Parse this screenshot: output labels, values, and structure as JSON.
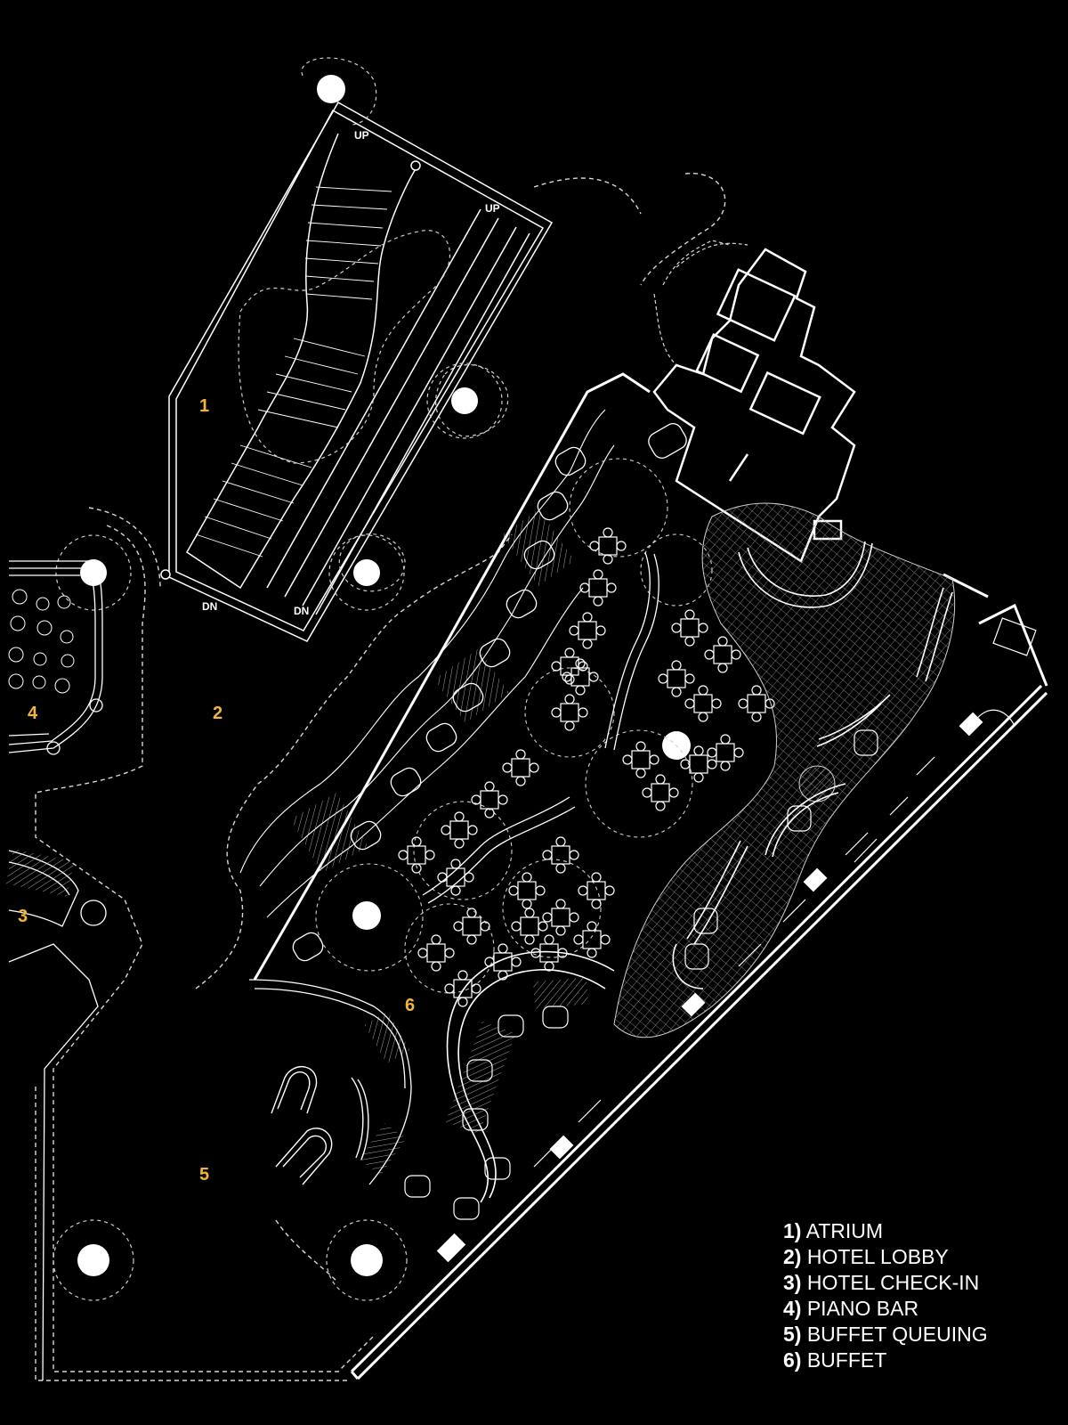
{
  "colors": {
    "background": "#000000",
    "linework": "#ffffff",
    "zone_number": "#f2b43a"
  },
  "stair_labels": {
    "up_left": "UP",
    "up_right": "UP",
    "dn_left": "DN",
    "dn_right": "DN"
  },
  "zone_markers": [
    {
      "key": "1",
      "text": "1"
    },
    {
      "key": "2",
      "text": "2"
    },
    {
      "key": "3",
      "text": "3"
    },
    {
      "key": "4",
      "text": "4"
    },
    {
      "key": "5",
      "text": "5"
    },
    {
      "key": "6",
      "text": "6"
    }
  ],
  "legend": [
    {
      "num": "1)",
      "label": "ATRIUM"
    },
    {
      "num": "2)",
      "label": "HOTEL LOBBY"
    },
    {
      "num": "3)",
      "label": "HOTEL CHECK-IN"
    },
    {
      "num": "4)",
      "label": "PIANO BAR"
    },
    {
      "num": "5)",
      "label": "BUFFET QUEUING"
    },
    {
      "num": "6)",
      "label": "BUFFET"
    }
  ]
}
